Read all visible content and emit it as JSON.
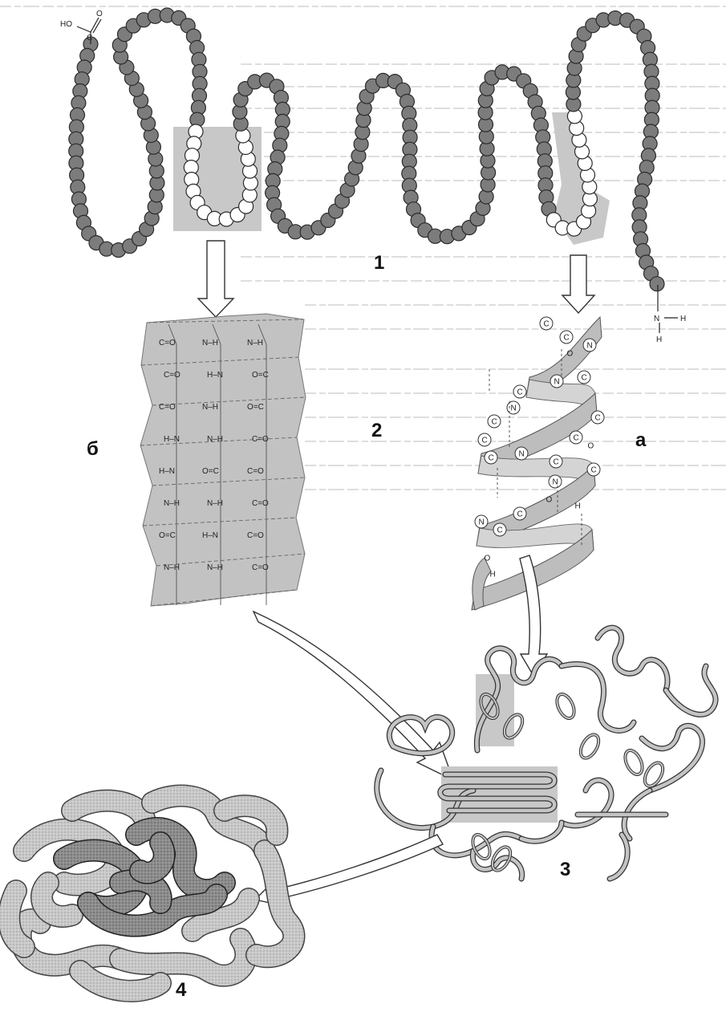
{
  "labels": {
    "primary": "1",
    "secondary": "2",
    "tertiary": "3",
    "quaternary": "4",
    "alpha_helix": "а",
    "beta_sheet": "б"
  },
  "chain_ends": {
    "carboxyl_O1": "O",
    "carboxyl_O2": "HO",
    "carboxyl_C": "C",
    "amino_N": "N",
    "amino_H1": "H",
    "amino_H2": "H"
  },
  "sheet_atoms": [
    "C=O",
    "N–H",
    "N–H",
    "C=O",
    "H–N",
    "O=C",
    "C=O",
    "N–H",
    "O=C",
    "H–N",
    "N–H",
    "C=O",
    "H–N",
    "O=C",
    "C=O",
    "N–H",
    "N–H",
    "C=O",
    "O=C",
    "H–N",
    "C=O",
    "N–H",
    "N–H",
    "C=O"
  ],
  "helix_atoms": [
    "C",
    "C",
    "N",
    "C",
    "N",
    "C",
    "C",
    "C",
    "N",
    "C",
    "N",
    "C",
    "C",
    "C",
    "N",
    "C",
    "N",
    "C",
    "C",
    "O",
    "H",
    "O",
    "H",
    "O",
    "O"
  ],
  "colors": {
    "residue": "#7c7c7c",
    "residue_stroke": "#2a2a2a",
    "highlight_residue": "#ffffff",
    "highlight_box": "#c8c8c8",
    "sheet": "#c2c2c2",
    "helix_ribbon": "#bdbdbd",
    "globule_light": "#c8c8c8",
    "globule_dark": "#8a8a8a"
  }
}
